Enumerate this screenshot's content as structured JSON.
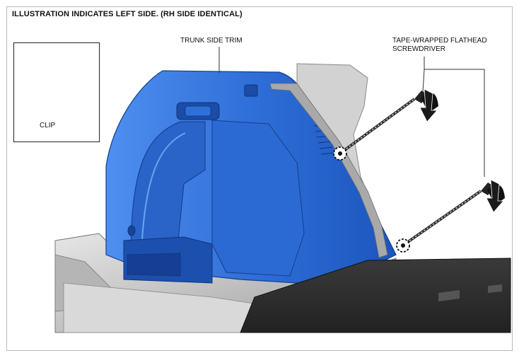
{
  "header": {
    "title": "ILLUSTRATION INDICATES LEFT SIDE. (RH SIDE IDENTICAL)"
  },
  "callouts": {
    "trunk_side_trim": "TRUNK SIDE TRIM",
    "screwdriver_line1": "TAPE-WRAPPED FLATHEAD",
    "screwdriver_line2": "SCREWDRIVER"
  },
  "inset": {
    "clip_label": "CLIP"
  },
  "colors": {
    "trim_blue": "#2f6fd8",
    "trim_dark": "#1a4fae",
    "trim_light": "#4f8ff0",
    "floor_gray": "#2c2c2c",
    "body_gray": "#c8c8c8"
  }
}
